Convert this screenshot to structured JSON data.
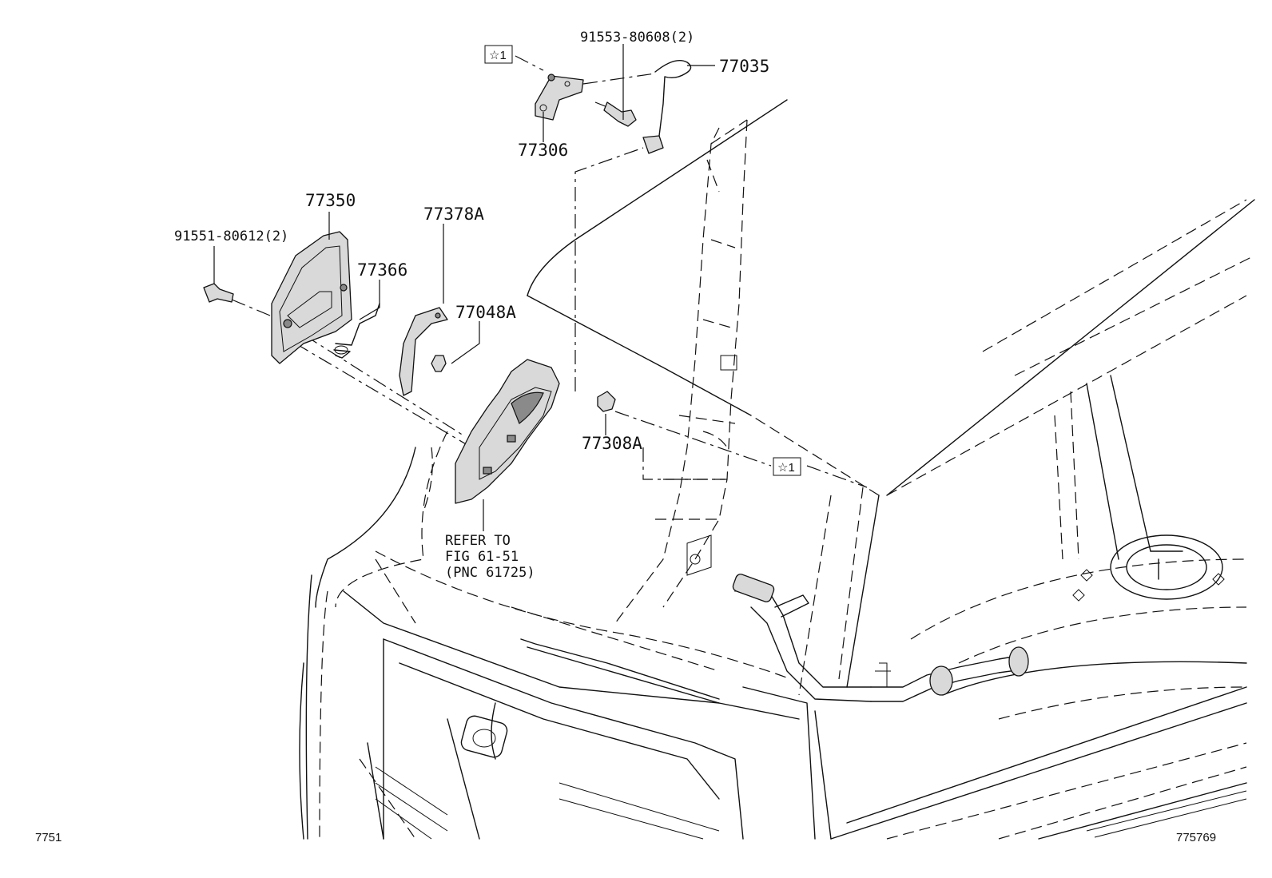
{
  "callouts": {
    "bolt_91553": "91553-80608(2)",
    "cable_77035": "77035",
    "hinge_77306": "77306",
    "door_77350": "77350",
    "bolt_91551": "91551-80612(2)",
    "spring_77366": "77366",
    "bracket_77378A": "77378A",
    "clip_77048A": "77048A",
    "bumper_77308A": "77308A",
    "ref_line1": "REFER TO",
    "ref_line2": "FIG 61-51",
    "ref_line3": "(PNC 61725)",
    "star_marker_top": "☆1",
    "star_marker_right": "☆1"
  },
  "footer": {
    "left_code": "7751",
    "right_code": "775769"
  }
}
